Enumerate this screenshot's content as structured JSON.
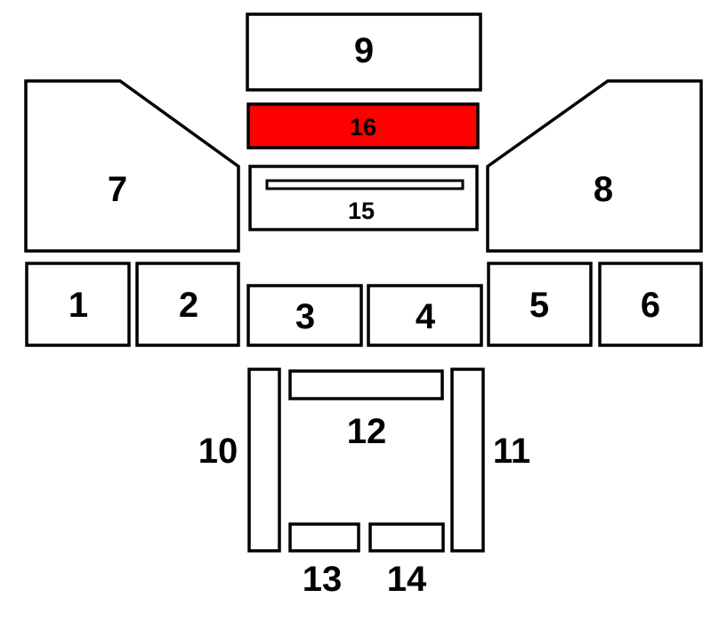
{
  "highlight_color": "#ff0000",
  "labels": {
    "p1": "1",
    "p2": "2",
    "p3": "3",
    "p4": "4",
    "p5": "5",
    "p6": "6",
    "p7": "7",
    "p8": "8",
    "p9": "9",
    "p10": "10",
    "p11": "11",
    "p12": "12",
    "p13": "13",
    "p14": "14",
    "p15": "15",
    "p16": "16"
  }
}
